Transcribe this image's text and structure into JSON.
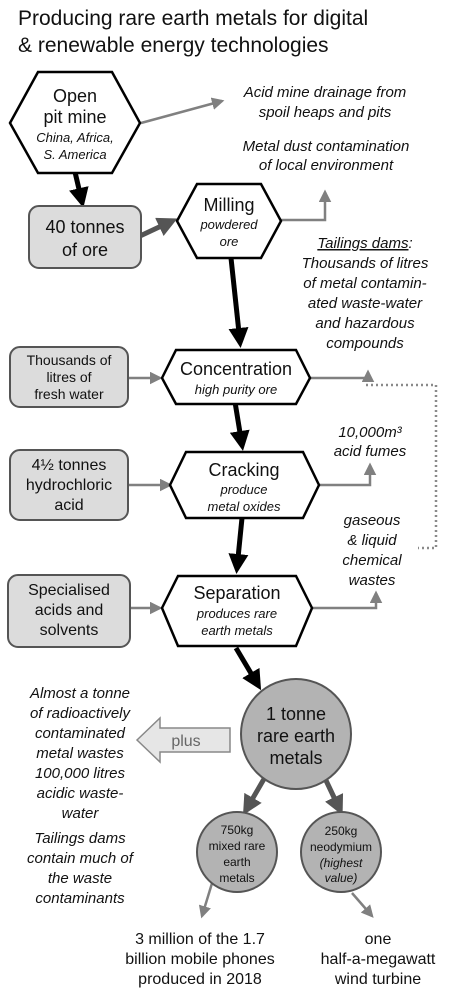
{
  "title": {
    "line1": "Producing rare earth metals for digital",
    "line2": "& renewable energy technologies"
  },
  "nodes": {
    "mine": {
      "l1": "Open",
      "l2": "pit mine",
      "s1": "China, Africa,",
      "s2": "S. America"
    },
    "ore": {
      "l1": "40 tonnes",
      "l2": "of ore"
    },
    "milling": {
      "l1": "Milling",
      "s1": "powdered",
      "s2": "ore"
    },
    "water": {
      "l1": "Thousands of",
      "l2": "litres of",
      "l3": "fresh water"
    },
    "concentration": {
      "l1": "Concentration",
      "s1": "high purity ore"
    },
    "hcl": {
      "l1": "4½ tonnes",
      "l2": "hydrochloric",
      "l3": "acid"
    },
    "cracking": {
      "l1": "Cracking",
      "s1": "produce",
      "s2": "metal oxides"
    },
    "acids": {
      "l1": "Specialised",
      "l2": "acids and",
      "l3": "solvents"
    },
    "separation": {
      "l1": "Separation",
      "s1": "produces rare",
      "s2": "earth metals"
    },
    "output": {
      "l1": "1 tonne",
      "l2": "rare earth",
      "l3": "metals"
    },
    "mixed": {
      "l1": "750kg",
      "l2": "mixed rare",
      "l3": "earth",
      "l4": "metals"
    },
    "neodymium": {
      "l1": "250kg",
      "l2": "neodymium",
      "s1": "(highest",
      "s2": "value)"
    },
    "plus": "plus"
  },
  "notes": {
    "drainage": {
      "l1": "Acid mine drainage from",
      "l2": "spoil heaps and pits"
    },
    "dust": {
      "l1": "Metal dust contamination",
      "l2": "of local environment"
    },
    "tailings": {
      "head": "Tailings dams",
      "colon": ":",
      "l2": "Thousands of litres",
      "l3": "of metal contamin-",
      "l4": "ated waste-water",
      "l5": "and hazardous",
      "l6": "compounds"
    },
    "fumes": {
      "l1": "10,000m³",
      "l2": "acid fumes"
    },
    "gaseous": {
      "l1": "gaseous",
      "l2": "& liquid",
      "l3": "chemical",
      "l4": "wastes"
    },
    "radio": {
      "l1": "Almost a tonne",
      "l2": "of radioactively",
      "l3": "contaminated",
      "l4": "metal wastes",
      "l5": "100,000 litres",
      "l6": "acidic waste-",
      "l7": "water"
    },
    "tailings_contain": {
      "l1": "Tailings dams",
      "l2": "contain much of",
      "l3": "the waste",
      "l4": "contaminants"
    }
  },
  "uses": {
    "phones": {
      "l1": "3 million of the 1.7",
      "l2": "billion mobile phones",
      "l3": "produced in 2018"
    },
    "turbine": {
      "l1": "one",
      "l2": "half-a-megawatt",
      "l3": "wind turbine"
    }
  },
  "colors": {
    "box_fill": "#dcdcdc",
    "circle_fill": "#b3b3b3",
    "arrow_gray": "#808080",
    "arrow_dark": "#555555",
    "arrow_black": "#000000",
    "dotted": "#8a8a8a",
    "plus_fill": "#e6e6e6"
  }
}
